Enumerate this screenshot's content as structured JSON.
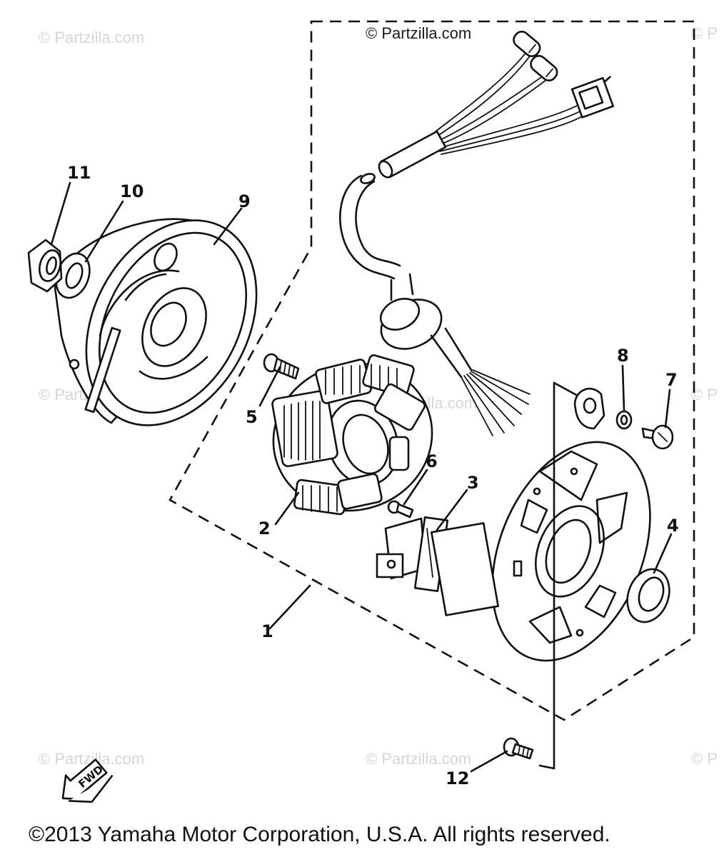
{
  "watermark": {
    "main": "© Partzilla.com",
    "faint": "© Partzilla.com",
    "faint_edge": "© P"
  },
  "copyright": "©2013 Yamaha Motor Corporation, U.S.A. All rights reserved.",
  "fwd_label": "FWD",
  "callouts": [
    "1",
    "2",
    "3",
    "4",
    "5",
    "6",
    "7",
    "8",
    "9",
    "10",
    "11",
    "12"
  ]
}
